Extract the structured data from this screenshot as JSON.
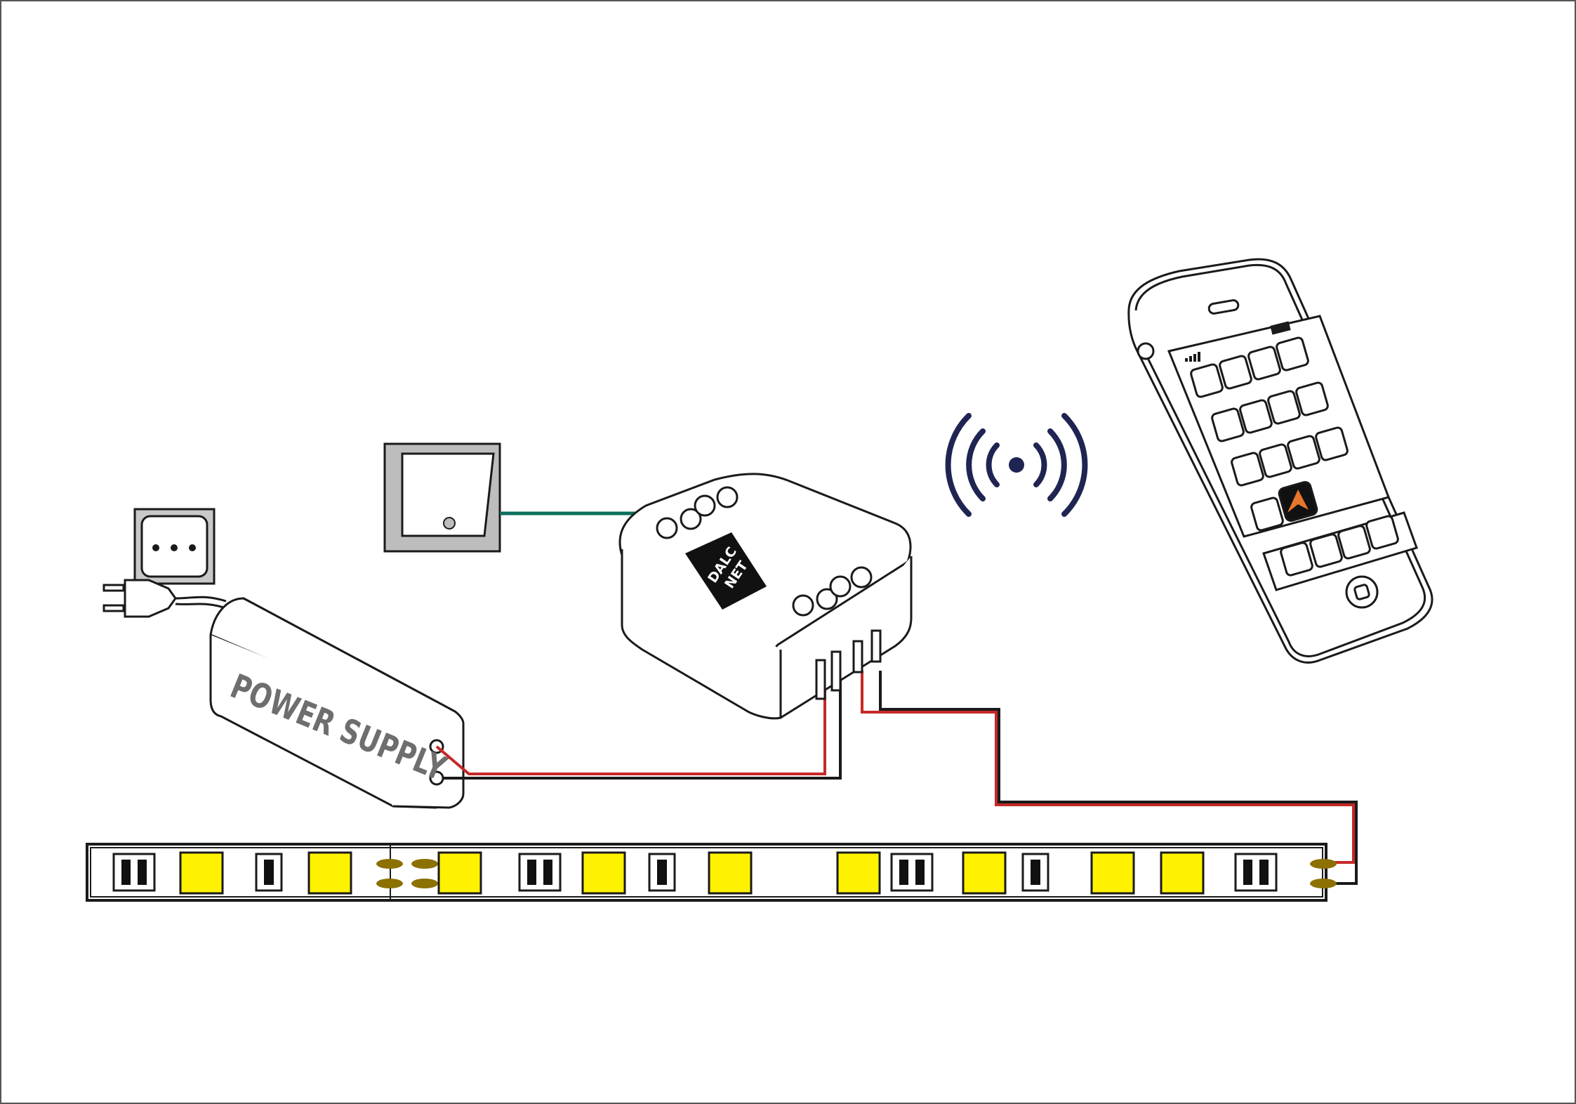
{
  "labels": {
    "power_supply": "POWER SUPPLY",
    "brand_line1": "DALC",
    "brand_line2": "NET"
  },
  "components": {
    "socket": "wall-socket",
    "plug": "power-plug",
    "power_supply": "power-supply-unit",
    "switch": "push-button-switch",
    "controller": "dalcnet-controller",
    "wireless": "wireless-signal-icon",
    "phone": "smartphone",
    "app": "app-icon",
    "strip": "led-strip"
  },
  "colors": {
    "outline": "#1a1a1a",
    "wire_positive": "#c62828",
    "wire_negative": "#1a1a1a",
    "wire_switch": "#0c6e5c",
    "led_chip": "#fff200",
    "solder_pad": "#8c7000",
    "wireless": "#1f2452",
    "app_icon": "#e8762b",
    "socket_grey": "#c8c8c8"
  },
  "strip_sequence": [
    "pair",
    "led",
    "single",
    "led",
    "pads",
    "led",
    "pair",
    "led",
    "single",
    "led",
    "led",
    "pair",
    "led",
    "single",
    "led",
    "led",
    "pair",
    "pads"
  ]
}
